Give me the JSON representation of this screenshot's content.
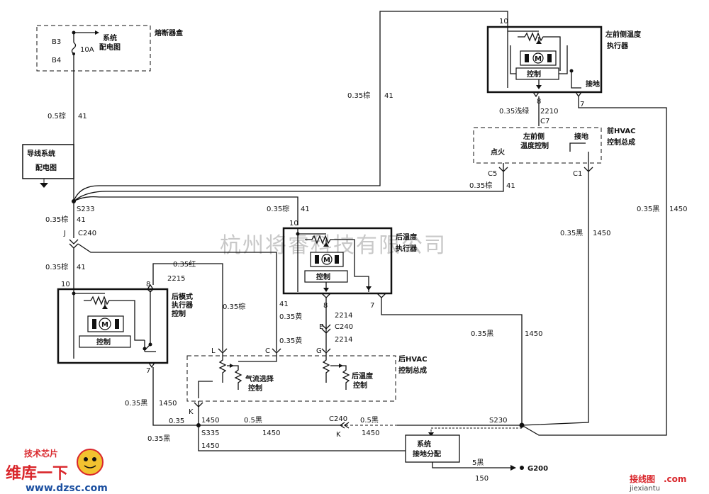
{
  "watermark": "杭州将睿科技有限公司",
  "fuse_box": {
    "title": "熔断器盒",
    "b3": "B3",
    "b4": "B4",
    "rating": "10A",
    "ref_line1": "系统",
    "ref_line2": "配电图"
  },
  "wiring_ref": {
    "line1": "导线系统",
    "line2": "配电图"
  },
  "left_front_actuator": {
    "line1": "左前侧温度",
    "line2": "执行器",
    "motor": "M",
    "control": "控制",
    "ground": "接地",
    "pin_10": "10",
    "pin_8": "8",
    "pin_7": "7"
  },
  "front_hvac": {
    "title_line1": "前HVAC",
    "title_line2": "控制总成",
    "inner_line1": "左前侧",
    "inner_line2": "温度控制",
    "ground": "接地",
    "ignition": "点火",
    "c7": "C7",
    "c5": "C5",
    "c1": "C1"
  },
  "rear_temp_actuator": {
    "line1": "后温度",
    "line2": "执行器",
    "motor": "M",
    "control": "控制",
    "pin_10": "10",
    "pin_8": "8",
    "pin_7": "7"
  },
  "rear_mode_actuator": {
    "line1": "后模式",
    "line2": "执行器",
    "line3": "控制",
    "motor": "M",
    "control": "控制",
    "pin_10": "10",
    "pin_8": "8",
    "pin_7": "7"
  },
  "rear_hvac": {
    "title_line1": "后HVAC",
    "title_line2": "控制总成",
    "airflow_line1": "气流选择",
    "airflow_line2": "控制",
    "temp_line1": "后温度",
    "temp_line2": "控制",
    "pin_l": "L",
    "pin_c": "C",
    "pin_g": "G",
    "pin_k": "K"
  },
  "ground_dist": {
    "line1": "系统",
    "line2": "接地分配",
    "g200": "G200"
  },
  "wire_labels": {
    "w1": "0.5棕",
    "w1c": "41",
    "w2": "0.35棕",
    "w2c": "41",
    "w3": "0.35浅绿",
    "w3c": "2210",
    "w4": "0.35棕",
    "w4c": "41",
    "w5": "0.35黑",
    "w5c": "1450",
    "w6": "0.35黑",
    "w6c": "1450",
    "w7": "0.35棕",
    "w7c": "41",
    "w8": "0.35棕",
    "w8c": "41",
    "w9": "0.35棕",
    "w9c": "41",
    "w10": "0.35红",
    "w10c": "2215",
    "w11": "0.35棕",
    "w12c": "41",
    "w12": "0.35黄",
    "w13c": "2214",
    "w13": "2214",
    "w14": "0.35黄",
    "w15": "0.35黑",
    "w15c": "1450",
    "w16": "0.35黑",
    "w16c": "1450",
    "w17": "0.35",
    "w17c": "1450",
    "w18": "0.5黑",
    "w18c": "1450",
    "w19": "0.5黑",
    "w19c": "1450",
    "w20": "0.35黑",
    "w20c": "1450",
    "w21": "5黑",
    "w21c": "150"
  },
  "splices": {
    "s233": "S233",
    "s335": "S335",
    "s230": "S230"
  },
  "connectors": {
    "j": "J",
    "c240a": "C240",
    "e": "E",
    "c240b": "C240",
    "c240c": "C240",
    "k": "K",
    "k2": "K"
  },
  "logos": {
    "left_main": "维库一下",
    "left_url": "www.dzsc.com",
    "left_top": "技术芯片",
    "right_main": "接线图",
    "right_com": ".com",
    "right_url": "jiexiantu"
  }
}
